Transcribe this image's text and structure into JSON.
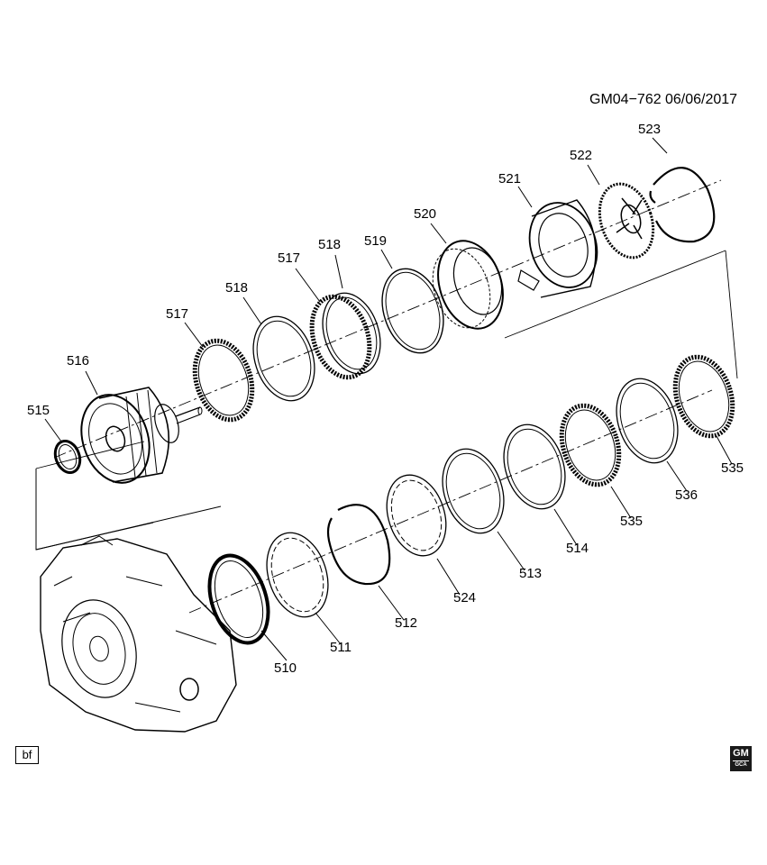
{
  "header": {
    "diagram_id": "GM04−762",
    "date": "06/06/2017"
  },
  "callouts": [
    {
      "id": "515",
      "label": "515"
    },
    {
      "id": "516",
      "label": "516"
    },
    {
      "id": "517a",
      "label": "517"
    },
    {
      "id": "518a",
      "label": "518"
    },
    {
      "id": "517b",
      "label": "517"
    },
    {
      "id": "518b",
      "label": "518"
    },
    {
      "id": "519",
      "label": "519"
    },
    {
      "id": "520",
      "label": "520"
    },
    {
      "id": "521",
      "label": "521"
    },
    {
      "id": "522",
      "label": "522"
    },
    {
      "id": "523",
      "label": "523"
    },
    {
      "id": "510",
      "label": "510"
    },
    {
      "id": "511",
      "label": "511"
    },
    {
      "id": "512",
      "label": "512"
    },
    {
      "id": "524",
      "label": "524"
    },
    {
      "id": "513",
      "label": "513"
    },
    {
      "id": "514",
      "label": "514"
    },
    {
      "id": "535a",
      "label": "535"
    },
    {
      "id": "536",
      "label": "536"
    },
    {
      "id": "535b",
      "label": "535"
    }
  ],
  "footer": {
    "tag": "bf",
    "logo": "GM",
    "logo_sub": "GCA"
  },
  "colors": {
    "line": "#000000",
    "background": "#ffffff"
  }
}
